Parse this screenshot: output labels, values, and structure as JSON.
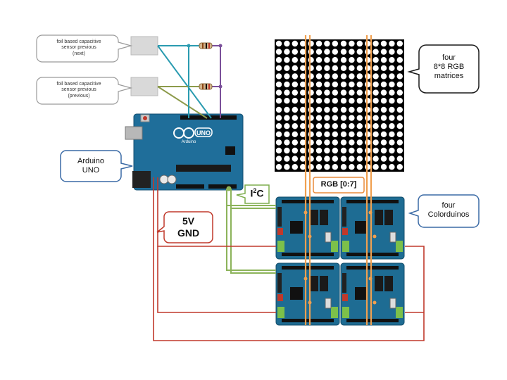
{
  "callouts": {
    "sensor_next": "foil based capacitive\nsensor previous\n(next)",
    "sensor_previous": "foil based capacitive\nsensor previous\n(previous)",
    "arduino": "Arduino\nUNO",
    "matrices": "four\n8*8 RGB\nmatrices",
    "colorduinos": "four\nColorduinos",
    "power": "5V\nGND",
    "i2c_main": "I",
    "i2c_sup": "2",
    "i2c_end": "C",
    "rgb": "RGB [0:7]"
  },
  "board": {
    "brand": "UNO",
    "brand_sub": "Arduino"
  },
  "colors": {
    "sensor_next_wire": "#2a9bb0",
    "sensor_prev_wire": "#8c9a4a",
    "resistor_wire": "#7a4f9a",
    "i2c_wire": "#8cb35a",
    "power_wire": "#c0392b",
    "rgb_wire": "#f0a050",
    "arduino_board": "#1f6e9a",
    "colorduino_board": "#1e6c93",
    "matrix_bg": "#000000",
    "led": "#ffffff",
    "callout_blue": "#3a6aa5",
    "callout_gray": "#9a9a9a",
    "callout_orange": "#e88a3a",
    "callout_red": "#c0392b",
    "callout_green": "#7fae4e"
  }
}
